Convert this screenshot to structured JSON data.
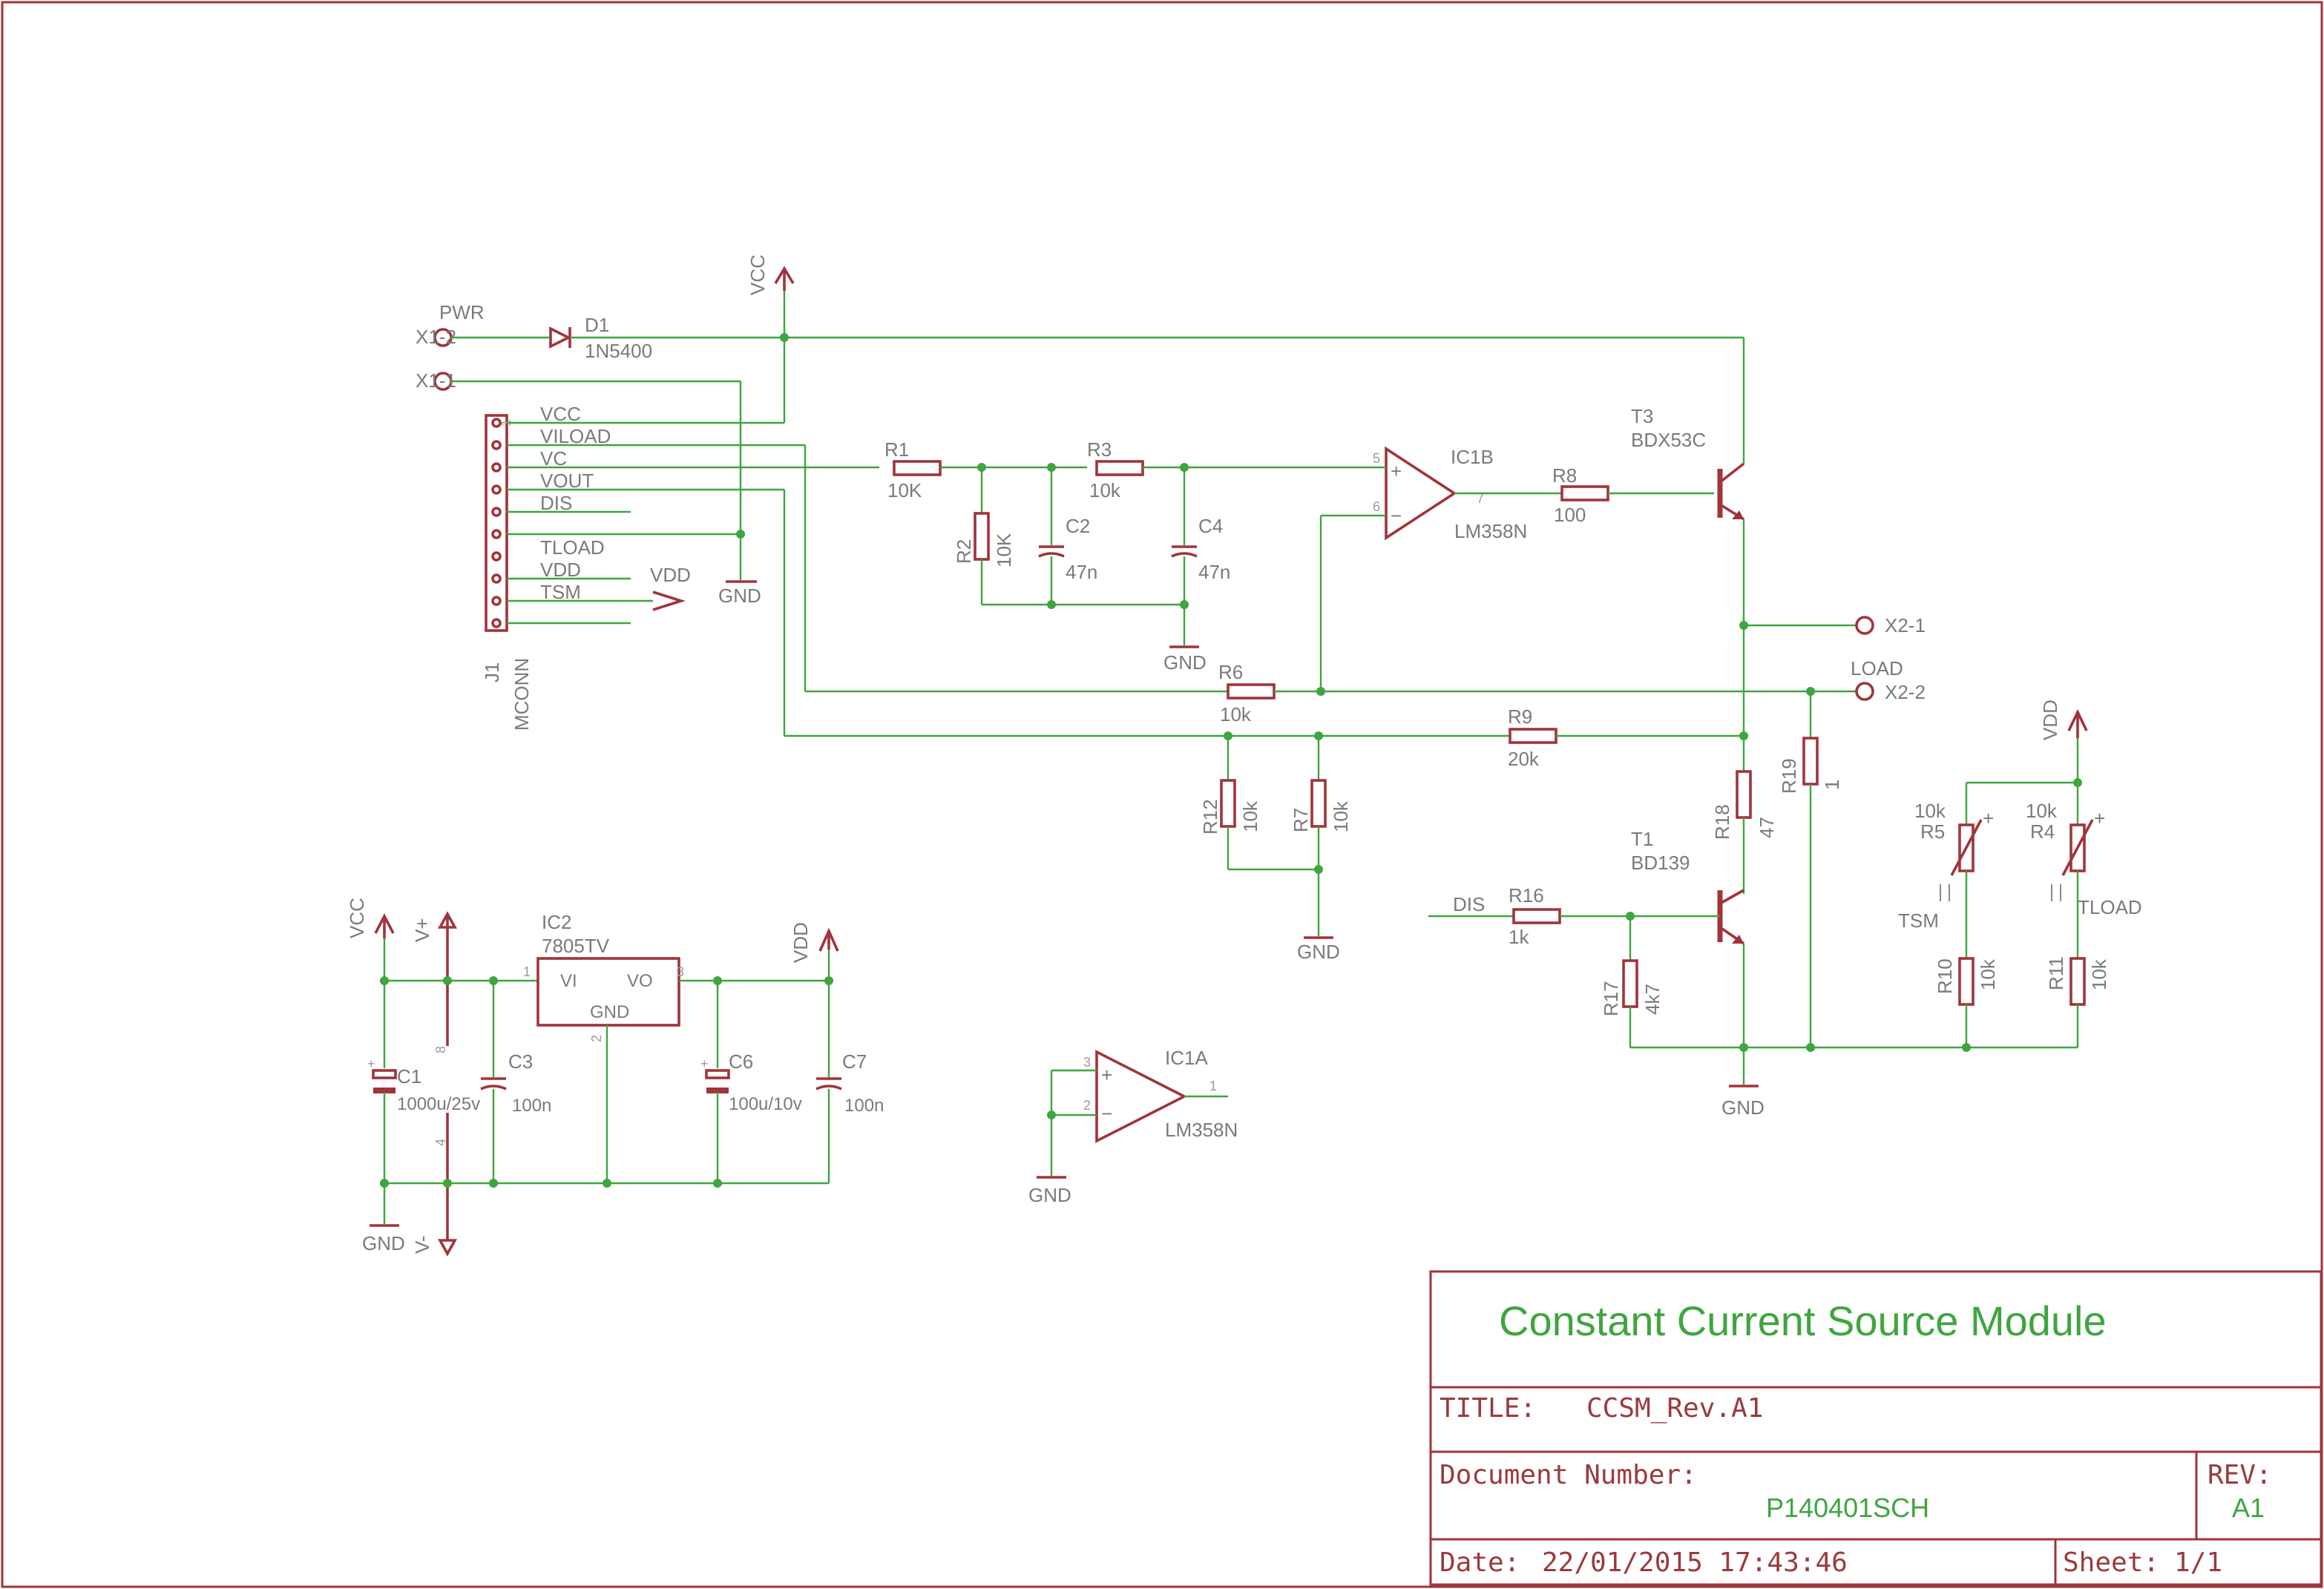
{
  "title_block": {
    "heading": "Constant Current Source Module",
    "title_label": "TITLE:",
    "title_value": "CCSM_Rev.A1",
    "doc_label": "Document Number:",
    "doc_value": "P140401SCH",
    "rev_label": "REV:",
    "rev_value": "A1",
    "date_label": "Date:",
    "date_value": "22/01/2015 17:43:46",
    "sheet_label": "Sheet:",
    "sheet_value": "1/1"
  },
  "supplies": {
    "vcc": "VCC",
    "vdd": "VDD",
    "gnd": "GND",
    "vplus": "V+",
    "vminus": "V-"
  },
  "connectors": {
    "pwr": "PWR",
    "x1_2": "X1-2",
    "x1_1": "X1-1",
    "x2_1": "X2-1",
    "x2_2": "X2-2",
    "load": "LOAD"
  },
  "header_j1": {
    "name": "J1",
    "value": "MCONN",
    "pin1": "1",
    "pins": [
      "VCC",
      "VILOAD",
      "VC",
      "VOUT",
      "DIS",
      "TLOAD",
      "VDD",
      "TSM"
    ]
  },
  "parts": {
    "d1": {
      "name": "D1",
      "value": "1N5400"
    },
    "r1": {
      "name": "R1",
      "value": "10K"
    },
    "r2": {
      "name": "R2",
      "value": "10K"
    },
    "r3": {
      "name": "R3",
      "value": "10k"
    },
    "c2": {
      "name": "C2",
      "value": "47n"
    },
    "c4": {
      "name": "C4",
      "value": "47n"
    },
    "ic1b": {
      "name": "IC1B",
      "value": "LM358N",
      "pin5": "5",
      "pin6": "6",
      "pin7": "7",
      "plus": "+",
      "minus": "−"
    },
    "r8": {
      "name": "R8",
      "value": "100"
    },
    "t3": {
      "name": "T3",
      "value": "BDX53C"
    },
    "r6": {
      "name": "R6",
      "value": "10k"
    },
    "r9": {
      "name": "R9",
      "value": "20k"
    },
    "r12": {
      "name": "R12",
      "value": "10k"
    },
    "r7": {
      "name": "R7",
      "value": "10k"
    },
    "r18": {
      "name": "R18",
      "value": "47"
    },
    "r19": {
      "name": "R19",
      "value": "1"
    },
    "t1": {
      "name": "T1",
      "value": "BD139"
    },
    "r16": {
      "name": "R16",
      "value": "1k"
    },
    "r17": {
      "name": "R17",
      "value": "4k7"
    },
    "dis": "DIS",
    "r5": {
      "name": "R5",
      "value": "10k",
      "label": "TSM"
    },
    "r4": {
      "name": "R4",
      "value": "10k",
      "label": "TLOAD"
    },
    "r10": {
      "name": "R10",
      "value": "10k"
    },
    "r11": {
      "name": "R11",
      "value": "10k"
    },
    "ic2": {
      "name": "IC2",
      "value": "7805TV",
      "vi": "VI",
      "vo": "VO",
      "gnd": "GND",
      "pin1": "1",
      "pin2": "2",
      "pin3": "3"
    },
    "c1": {
      "name": "C1",
      "value": "1000u/25v"
    },
    "c3": {
      "name": "C3",
      "value": "100n"
    },
    "c6": {
      "name": "C6",
      "value": "100u/10v"
    },
    "c7": {
      "name": "C7",
      "value": "100n"
    },
    "ic1a": {
      "name": "IC1A",
      "value": "LM358N",
      "pin1": "1",
      "pin2": "2",
      "pin3": "3"
    },
    "ic1p": {
      "pin8": "8",
      "pin4": "4"
    }
  }
}
